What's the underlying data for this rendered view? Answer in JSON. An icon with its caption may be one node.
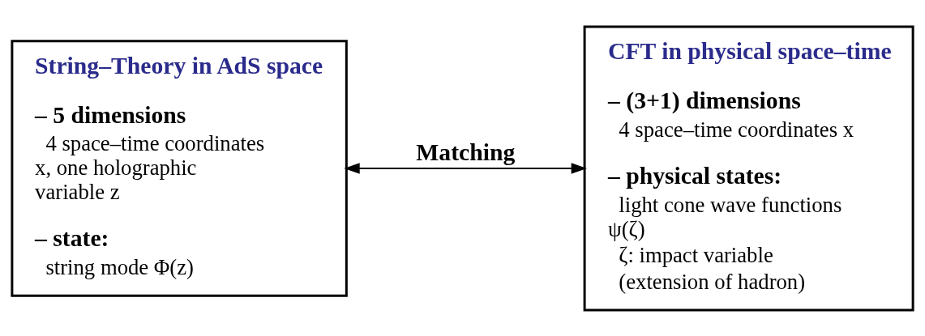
{
  "diagram": {
    "nodes": [
      {
        "text": [
          "String–Theory in AdS space",
          "– 5 dimensions",
          "4 space–time coordinates x, one holographic variable z",
          "– state:",
          "string mode Φ(z)"
        ]
      },
      {
        "text": [
          "CFT in physical space–time",
          "– (3+1) dimensions",
          "4 space–time coordinates x",
          "– physical states:",
          "light cone wave functions ψ(ζ)",
          "ζ: impact variable",
          "(extension of hadron)"
        ]
      }
    ],
    "edges": [
      {
        "from": 0,
        "to": 1,
        "arrow": "both",
        "label": "Matching"
      }
    ]
  }
}
